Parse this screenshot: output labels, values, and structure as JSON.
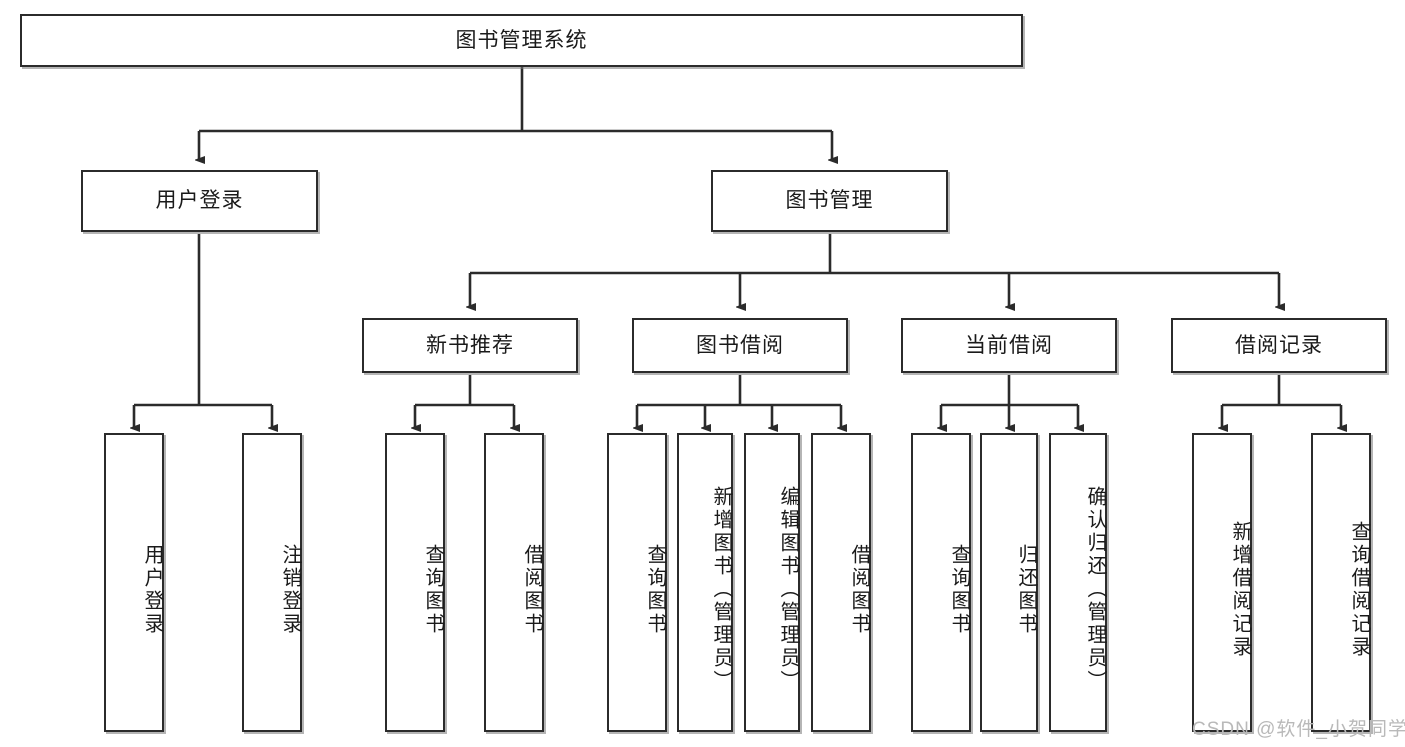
{
  "diagram": {
    "type": "tree-hierarchy",
    "title": "图书管理系统",
    "orientation": "top-down",
    "colors": {
      "box_border": "#2b2b2b",
      "box_fill": "#ffffff",
      "edge": "#2b2b2b",
      "text": "#1a1a1a",
      "watermark": "#b9b9b9"
    }
  },
  "nodes": {
    "root": {
      "label": "图书管理系统"
    },
    "level2": [
      {
        "id": "user-login",
        "label": "用户登录"
      },
      {
        "id": "book-manage",
        "label": "图书管理"
      }
    ],
    "level3": [
      {
        "id": "new-book-rec",
        "label": "新书推荐"
      },
      {
        "id": "book-borrow",
        "label": "图书借阅"
      },
      {
        "id": "current-borrow",
        "label": "当前借阅"
      },
      {
        "id": "borrow-record",
        "label": "借阅记录"
      }
    ],
    "leaves": {
      "user_login": [
        {
          "id": "leaf-user-login",
          "label": "用户登录"
        },
        {
          "id": "leaf-logout",
          "label": "注销登录"
        }
      ],
      "new_book_rec": [
        {
          "id": "leaf-query-book-1",
          "label": "查询图书"
        },
        {
          "id": "leaf-borrow-book-1",
          "label": "借阅图书"
        }
      ],
      "book_borrow": [
        {
          "id": "leaf-query-book-2",
          "label": "查询图书"
        },
        {
          "id": "leaf-add-book",
          "label": "新增图书（管理员）"
        },
        {
          "id": "leaf-edit-book",
          "label": "编辑图书（管理员）"
        },
        {
          "id": "leaf-borrow-book-2",
          "label": "借阅图书"
        }
      ],
      "current_borrow": [
        {
          "id": "leaf-query-book-3",
          "label": "查询图书"
        },
        {
          "id": "leaf-return-book",
          "label": "归还图书"
        },
        {
          "id": "leaf-confirm-return",
          "label": "确认归还（管理员）"
        }
      ],
      "borrow_record": [
        {
          "id": "leaf-add-record",
          "label": "新增借阅记录"
        },
        {
          "id": "leaf-query-record",
          "label": "查询借阅记录"
        }
      ]
    }
  },
  "watermark": {
    "text": "CSDN @软件_小贺同学"
  }
}
